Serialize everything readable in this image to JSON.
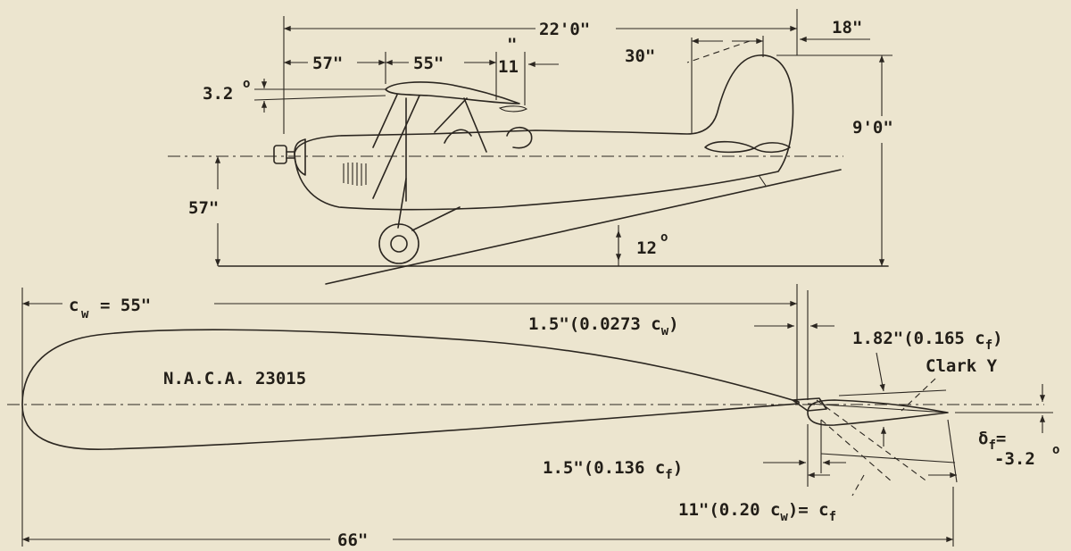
{
  "plane": {
    "dim_length": "22'0\"",
    "dim_18": "18\"",
    "dim_57_top": "57\"",
    "dim_55_top": "55\"",
    "dim_11_top": "11",
    "dim_11_mark": "\"",
    "dim_30": "30\"",
    "dim_3_2": "3.2",
    "deg_symbol": "o",
    "dim_9ft": "9'0\"",
    "dim_57_side": "57\"",
    "dim_12": "12"
  },
  "airfoil": {
    "cw_label": "c",
    "cw_sub": "w",
    "cw_value": "= 55\"",
    "name": "N.A.C.A. 23015",
    "gap_prefix": "1.5\"(0.0273 c",
    "gap_sub": "w",
    "gap_suffix": ")",
    "flap_offset_prefix": "1.82\"(0.165 c",
    "flap_offset_sub": "f",
    "flap_offset_suffix": ")",
    "flap_section": "Clark Y",
    "delta_symbol": "δ",
    "delta_sub": "f",
    "delta_eq": "=",
    "delta_value": "-3.2",
    "overlap_prefix": "1.5\"(0.136 c",
    "overlap_sub": "f",
    "overlap_suffix": ")",
    "flap_chord_prefix": "11\"(0.20 c",
    "flap_chord_sub": "w",
    "flap_chord_mid": ")= c",
    "flap_chord_sub2": "f",
    "total_span": "66\""
  }
}
